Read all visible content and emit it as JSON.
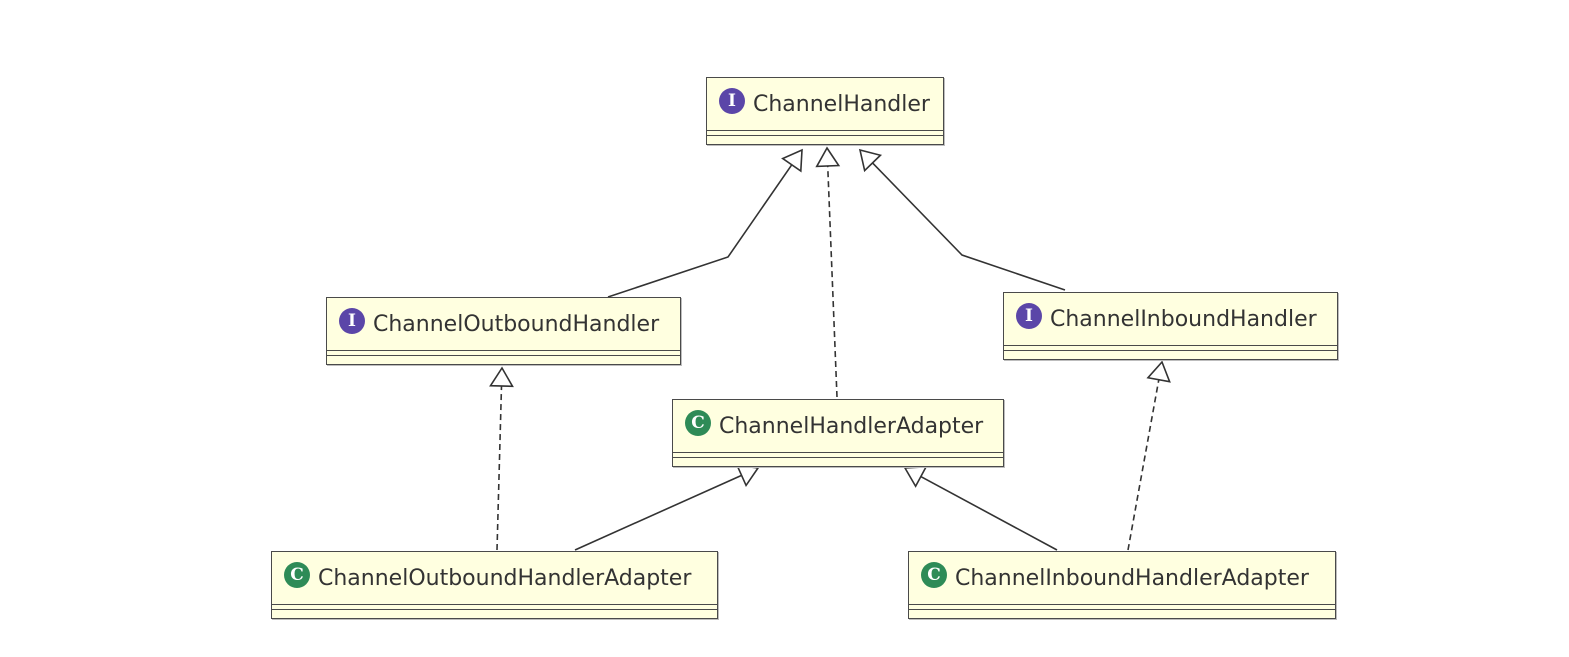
{
  "diagram": {
    "type": "uml-class-hierarchy",
    "colors": {
      "box_fill": "#ffffe0",
      "box_border": "#4a4a4a",
      "interface_badge": "#5b46a8",
      "class_badge": "#2e8b57",
      "line": "#333333"
    },
    "nodes": [
      {
        "id": "channel-handler",
        "kind": "interface",
        "badge": "I",
        "name": "ChannelHandler"
      },
      {
        "id": "channel-outbound-handler",
        "kind": "interface",
        "badge": "I",
        "name": "ChannelOutboundHandler"
      },
      {
        "id": "channel-inbound-handler",
        "kind": "interface",
        "badge": "I",
        "name": "ChannelInboundHandler"
      },
      {
        "id": "channel-handler-adapter",
        "kind": "class",
        "badge": "C",
        "name": "ChannelHandlerAdapter"
      },
      {
        "id": "channel-outbound-handler-adapter",
        "kind": "class",
        "badge": "C",
        "name": "ChannelOutboundHandlerAdapter"
      },
      {
        "id": "channel-inbound-handler-adapter",
        "kind": "class",
        "badge": "C",
        "name": "ChannelInboundHandlerAdapter"
      }
    ],
    "edges": [
      {
        "from": "channel-outbound-handler",
        "to": "channel-handler",
        "relation": "extends",
        "style": "solid"
      },
      {
        "from": "channel-inbound-handler",
        "to": "channel-handler",
        "relation": "extends",
        "style": "solid"
      },
      {
        "from": "channel-handler-adapter",
        "to": "channel-handler",
        "relation": "implements",
        "style": "dashed"
      },
      {
        "from": "channel-outbound-handler-adapter",
        "to": "channel-outbound-handler",
        "relation": "implements",
        "style": "dashed"
      },
      {
        "from": "channel-outbound-handler-adapter",
        "to": "channel-handler-adapter",
        "relation": "extends",
        "style": "solid"
      },
      {
        "from": "channel-inbound-handler-adapter",
        "to": "channel-handler-adapter",
        "relation": "extends",
        "style": "solid"
      },
      {
        "from": "channel-inbound-handler-adapter",
        "to": "channel-inbound-handler",
        "relation": "implements",
        "style": "dashed"
      }
    ]
  }
}
